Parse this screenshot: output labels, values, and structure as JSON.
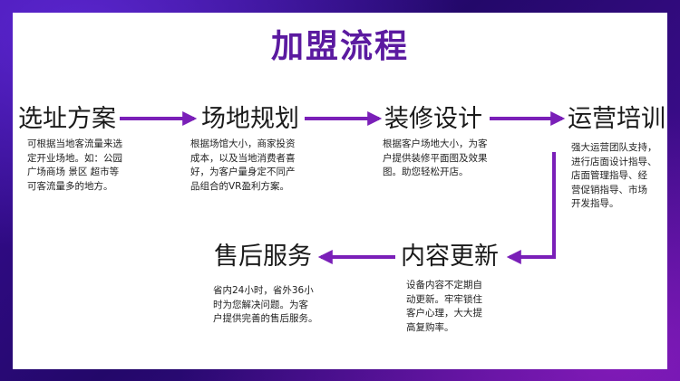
{
  "title": "加盟流程",
  "accent_color": "#7a1fb8",
  "steps": [
    {
      "title": "选址方案",
      "desc": [
        "可根据当地客流量来选",
        "定开业场地。如：公园",
        "广场商场 景区 超市等",
        "可客流量多的地方。"
      ]
    },
    {
      "title": "场地规划",
      "desc": [
        "根据场馆大小，商家投资",
        "成本，以及当地消费者喜",
        "好，为客户量身定不同产",
        "品组合的VR盈利方案。"
      ]
    },
    {
      "title": "装修设计",
      "desc": [
        "根据客户场地大小，为客",
        "户提供装修平面图及效果",
        "图。助您轻松开店。"
      ]
    },
    {
      "title": "运营培训",
      "desc": [
        "强大运营团队支持，",
        "进行店面设计指导、",
        "店面管理指导、经",
        "营促销指导、市场",
        "开发指导。"
      ]
    },
    {
      "title": "内容更新",
      "desc": [
        "设备内容不定期自",
        "动更新。牢牢锁住",
        "客户心理，大大提",
        "高复购率。"
      ]
    },
    {
      "title": "售后服务",
      "desc": [
        "省内24小时，省外36小",
        "时为您解决问题。为客",
        "户提供完善的售后服务。"
      ]
    }
  ]
}
